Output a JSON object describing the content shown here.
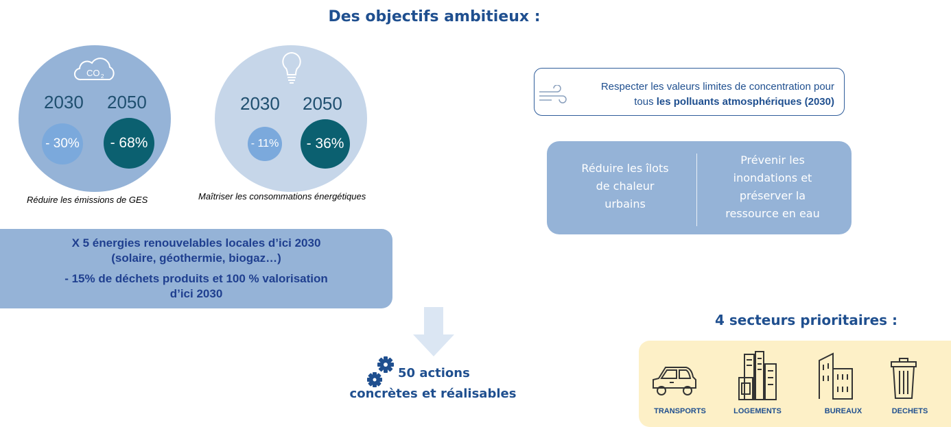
{
  "title": "Des objectifs ambitieux :",
  "ges": {
    "year1": "2030",
    "year2": "2050",
    "pct1": "- 30%",
    "pct2": "- 68%",
    "caption": "Réduire les émissions de GES",
    "icon": "co2-cloud-icon"
  },
  "energy": {
    "year1": "2030",
    "year2": "2050",
    "pct1": "- 11%",
    "pct2": "- 36%",
    "caption": "Maîtriser les consommations énergétiques",
    "icon": "lightbulb-icon"
  },
  "air": {
    "line1": "Respecter les valeurs limites de concentration pour",
    "line2_prefix": "tous ",
    "line2_bold": "les polluants atmosphériques (2030)",
    "icon": "wind-icon"
  },
  "climate": {
    "left": [
      "Réduire les îlots",
      "de chaleur",
      "urbains"
    ],
    "right": [
      "Prévenir les",
      "inondations et",
      "préserver la",
      "ressource en eau"
    ]
  },
  "renewables": {
    "line1": "X 5 énergies renouvelables locales d’ici 2030",
    "line2": "(solaire, géothermie, biogaz…)",
    "line3": "-  15% de déchets produits et 100 % valorisation",
    "line4": "d’ici 2030"
  },
  "actions": {
    "line1": "50 actions",
    "line2": "concrètes et réalisables",
    "icon": "gears-icon"
  },
  "sectors": {
    "title": "4 secteurs prioritaires :",
    "items": [
      {
        "label": "TRANSPORTS",
        "icon": "car-icon"
      },
      {
        "label": "LOGEMENTS",
        "icon": "buildings-icon"
      },
      {
        "label": "BUREAUX",
        "icon": "office-building-icon"
      },
      {
        "label": "DECHETS",
        "icon": "trash-can-icon"
      }
    ]
  },
  "colors": {
    "title": "#1f4f8f",
    "circle_ges": "#95b3d7",
    "circle_energy": "#c6d6e9",
    "pct_light": "#7ba9dc",
    "pct_dark": "#0b6070",
    "box_blue": "#95b3d7",
    "sectors_bg": "#fdf0c7"
  }
}
